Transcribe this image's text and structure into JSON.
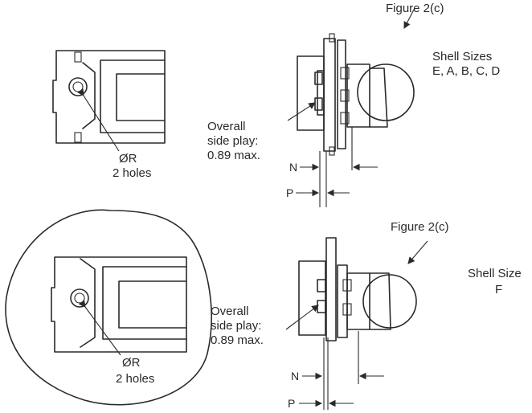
{
  "top": {
    "figure_ref": "Figure 2(c)",
    "shell_heading": "Shell Sizes",
    "shell_list": "E, A, B, C, D",
    "overall_line1": "Overall",
    "overall_line2": "side play:",
    "overall_value": "0.89 max.",
    "hole_symbol": "ØR",
    "hole_count": "2 holes",
    "dim_n": "N",
    "dim_p": "P"
  },
  "bottom": {
    "figure_ref": "Figure 2(c)",
    "shell_heading": "Shell Size",
    "shell_list": "F",
    "overall_line1": "Overall",
    "overall_line2": "side play:",
    "overall_value": "0.89 max.",
    "hole_symbol": "ØR",
    "hole_count": "2 holes",
    "dim_n": "N",
    "dim_p": "P"
  }
}
